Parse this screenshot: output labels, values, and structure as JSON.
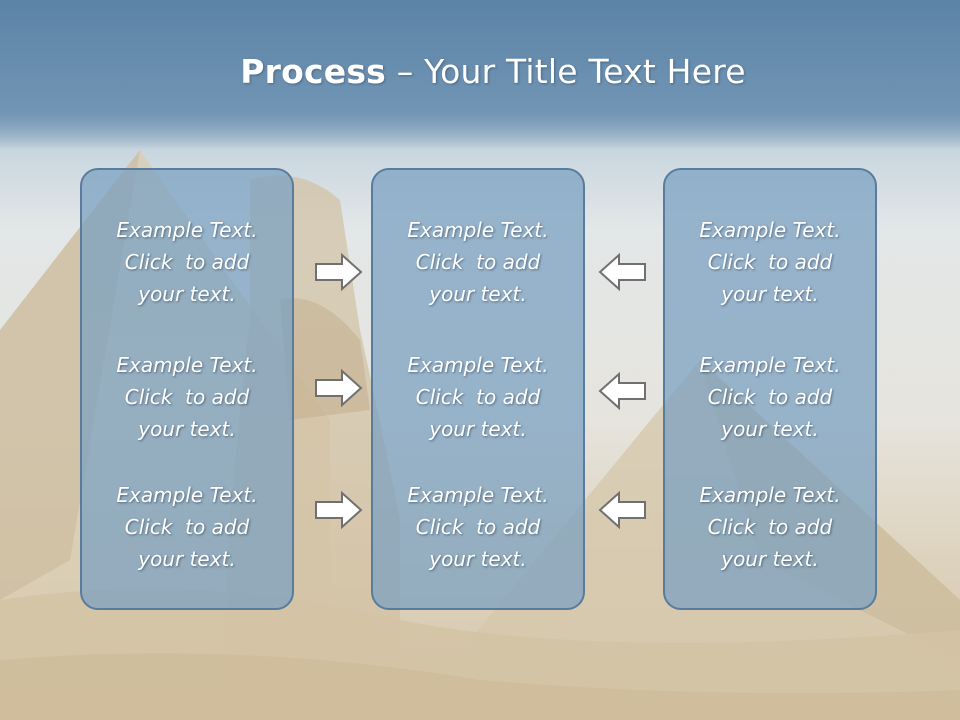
{
  "slide": {
    "title_bold": "Process",
    "title_rest": " – Your Title Text Here"
  },
  "panels": [
    {
      "items": [
        "Example Text.\nClick  to add\nyour text.",
        "Example Text.\nClick  to add\nyour text.",
        "Example Text.\nClick  to add\nyour text."
      ]
    },
    {
      "items": [
        "Example Text.\nClick  to add\nyour text.",
        "Example Text.\nClick  to add\nyour text.",
        "Example Text.\nClick  to add\nyour text."
      ]
    },
    {
      "items": [
        "Example Text.\nClick  to add\nyour text.",
        "Example Text.\nClick  to add\nyour text.",
        "Example Text.\nClick  to add\nyour text."
      ]
    }
  ],
  "arrows": {
    "left_group": {
      "direction": "right",
      "icon": "arrow-right-icon"
    },
    "right_group": {
      "direction": "left",
      "icon": "arrow-left-icon"
    }
  },
  "colors": {
    "panel_fill": "#78a0c0",
    "panel_border": "#5a7c9c",
    "title_band": "#6e93b4",
    "text": "#ffffff"
  }
}
